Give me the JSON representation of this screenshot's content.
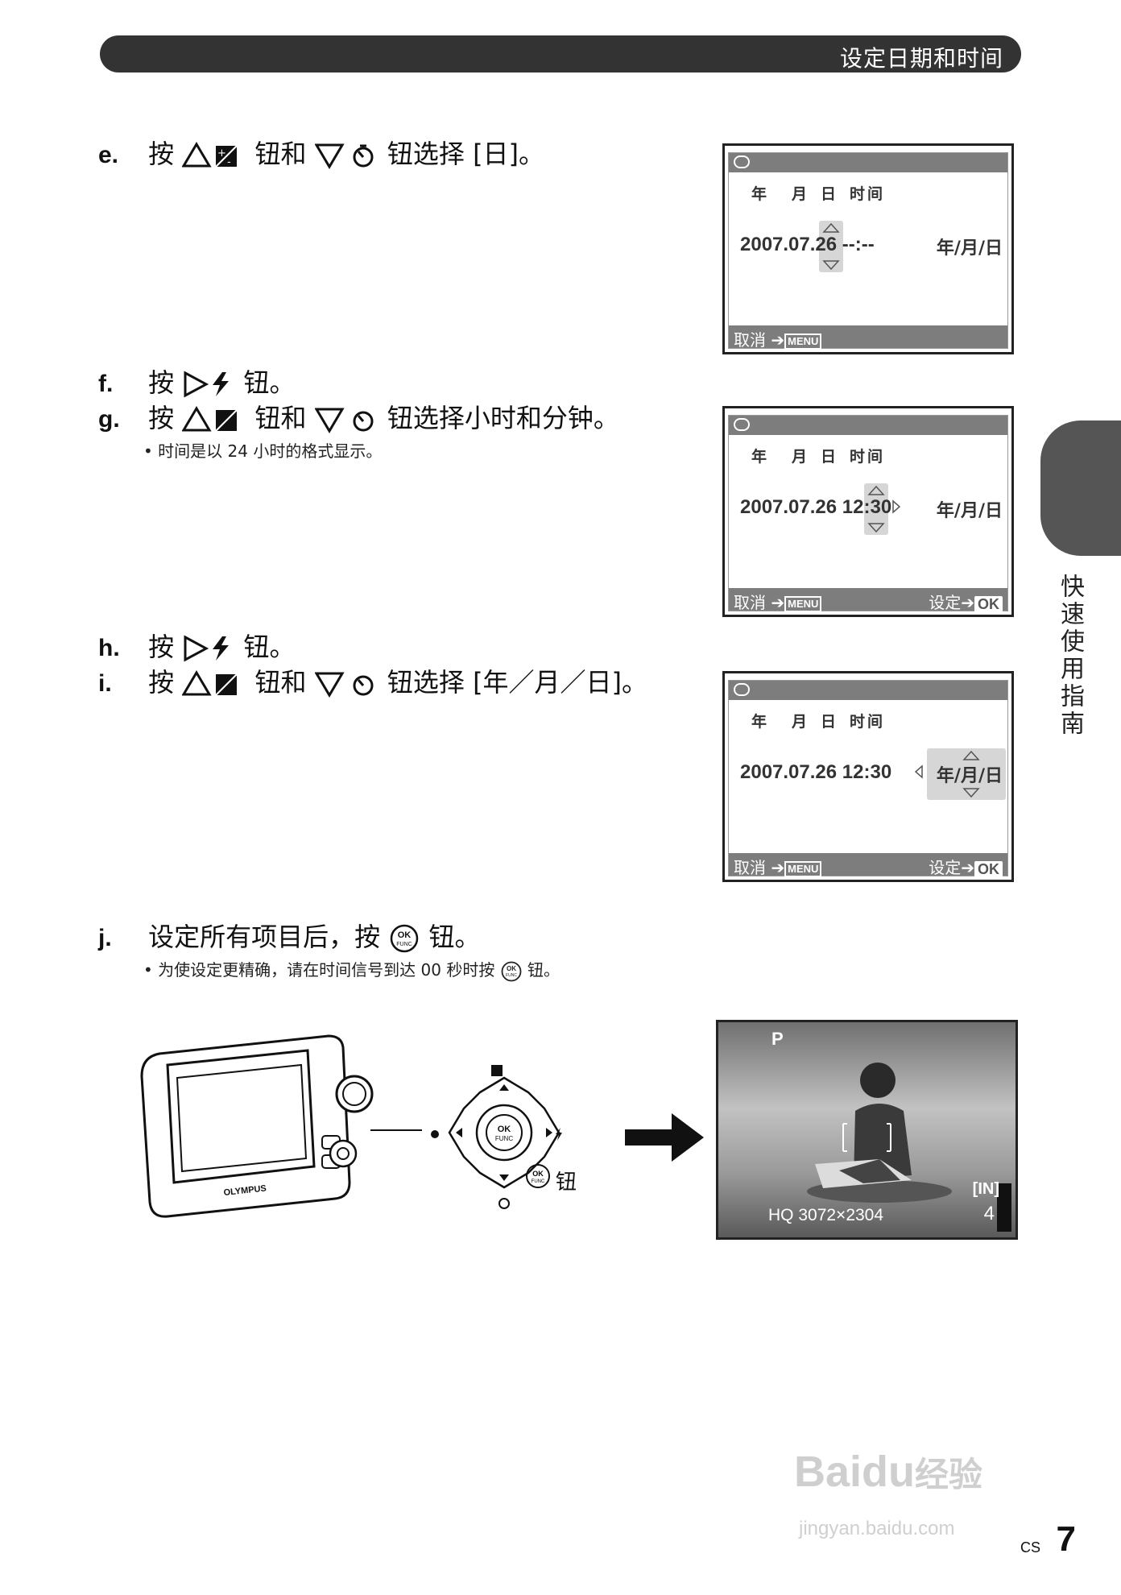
{
  "header": {
    "title": "设定日期和时间"
  },
  "side_tab": {
    "label": "快速使用指南"
  },
  "steps": {
    "e": {
      "label": "e.",
      "pre": "按",
      "mid1": "钮和",
      "mid2": "钮选择 [日]。"
    },
    "f": {
      "label": "f.",
      "pre": "按",
      "post": "钮。"
    },
    "g": {
      "label": "g.",
      "pre": "按",
      "mid1": "钮和",
      "mid2": "钮选择小时和分钟。",
      "bullet": "• 时间是以 24 小时的格式显示。"
    },
    "h": {
      "label": "h.",
      "pre": "按",
      "post": "钮。"
    },
    "i": {
      "label": "i.",
      "pre": "按",
      "mid1": "钮和",
      "mid2": "钮选择 [年／月／日]。"
    },
    "j": {
      "label": "j.",
      "pre": "设定所有项目后，按",
      "post": "钮。",
      "bullet_a": "• 为使设定更精确，请在时间信号到达 00 秒时按",
      "bullet_b": "钮。"
    }
  },
  "screens": [
    {
      "cols": [
        "年",
        "月",
        "日",
        "时",
        "间"
      ],
      "value_date": "2007.07.",
      "value_sel": "26",
      "value_time": "--:--",
      "format": "年/月/日",
      "cancel": "取消",
      "menu": "MENU",
      "set": ""
    },
    {
      "cols": [
        "年",
        "月",
        "日",
        "时",
        "间"
      ],
      "value_date": "2007.07.26 12:",
      "value_sel": "30",
      "value_time": "",
      "format": "年/月/日",
      "cancel": "取消",
      "menu": "MENU",
      "set": "设定",
      "ok": "OK"
    },
    {
      "cols": [
        "年",
        "月",
        "日",
        "时",
        "间"
      ],
      "value_date": "2007.07.26 12:30",
      "value_sel": "",
      "value_time": "",
      "format": "年/月/日",
      "cancel": "取消",
      "menu": "MENU",
      "set": "设定",
      "ok": "OK"
    }
  ],
  "illustration": {
    "brand": "OLYMPUS",
    "dial_ok": "OK",
    "dial_func": "FUNC",
    "button_label": "钮"
  },
  "photo": {
    "mode": "P",
    "storage": "[IN]",
    "quality": "HQ 3072×2304",
    "shots": "4"
  },
  "footer": {
    "lang": "CS",
    "page": "7"
  },
  "watermark": {
    "brand": "Bai",
    "brand2": "du",
    "brand3": "经验",
    "url": "jingyan.baidu.com"
  },
  "colors": {
    "header_bg": "#333333",
    "lcd_bar": "#7d7d7d",
    "side_tab": "#555555"
  }
}
